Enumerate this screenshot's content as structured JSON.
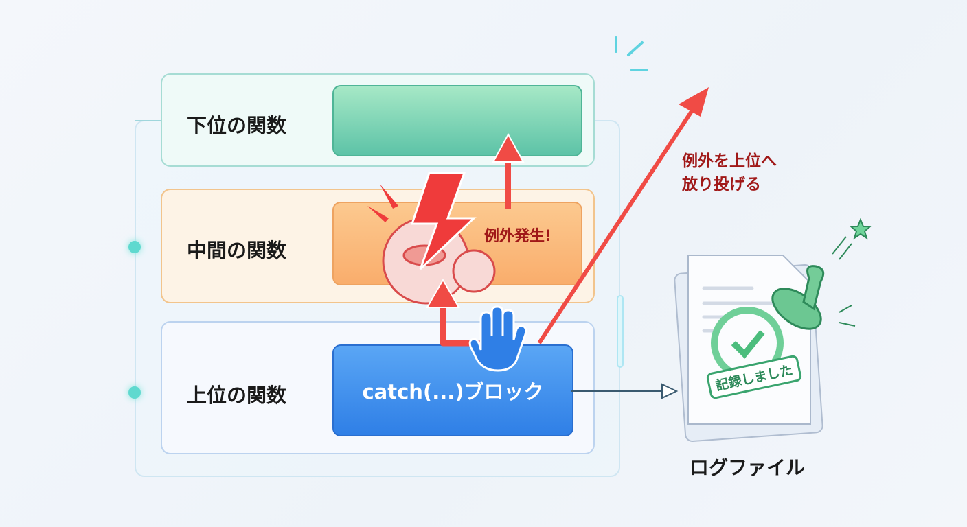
{
  "functions": {
    "lower": "下位の関数",
    "middle": "中間の関数",
    "upper": "上位の関数"
  },
  "catch_block": "catch(...)ブロック",
  "exception_occurred": "例外発生!",
  "rethrow_line1": "例外を上位へ",
  "rethrow_line2": "放り投げる",
  "stamp_text": "記録しました",
  "log_file": "ログファイル",
  "colors": {
    "error": "#e8363a",
    "catch": "#2f7fe6",
    "log": "#3aa46e"
  }
}
